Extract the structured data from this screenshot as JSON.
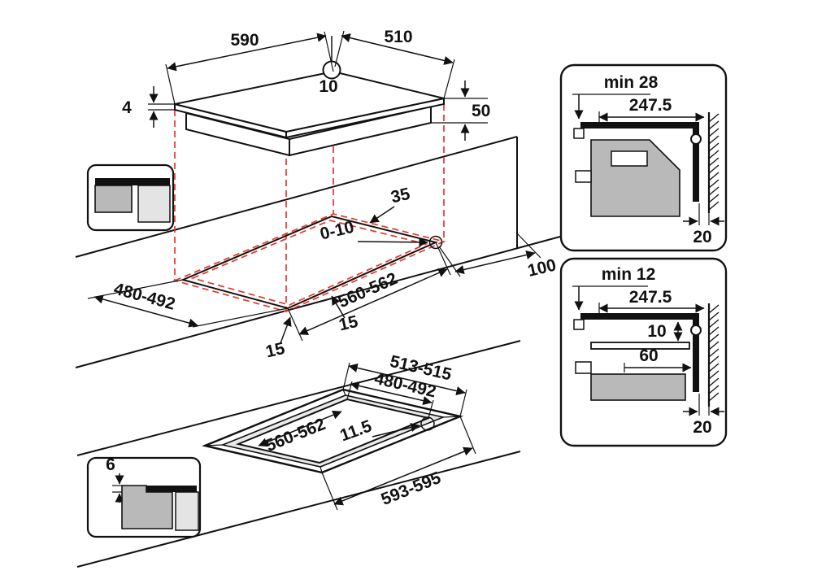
{
  "hob": {
    "width": "590",
    "depth": "510",
    "hole": "10",
    "glass_thickness": "4",
    "height": "50"
  },
  "cutout": {
    "corner": "35",
    "edge_gap": "0-10",
    "depth": "480-492",
    "width": "560-562",
    "front_margin": "15",
    "side_margin": "15",
    "wall_distance": "100"
  },
  "flush": {
    "ledge_depth": "513-515",
    "depth": "480-492",
    "width": "560-562",
    "ledge_width": "11.5",
    "outer_width": "593-595",
    "recess": "6"
  },
  "section_a": {
    "clearance": "min 28",
    "center_to_wall": "247.5",
    "wall_gap": "20"
  },
  "section_b": {
    "clearance": "min 12",
    "center_to_wall": "247.5",
    "shelf_gap": "10",
    "shelf_depth": "60",
    "wall_gap": "20"
  },
  "colors": {
    "line": "#111111",
    "projection_red": "#e8352b",
    "gray": "#b9b9b9",
    "light_gray": "#e4e4e4"
  }
}
